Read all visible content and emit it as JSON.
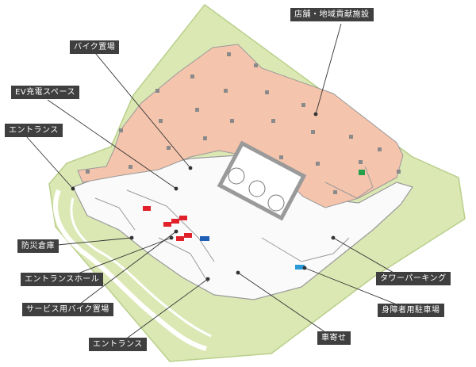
{
  "labels": {
    "shops": "店舗・地域貢献施設",
    "bike_parking": "バイク置場",
    "ev_charging": "EV充電スペース",
    "entrance_top": "エントランス",
    "disaster_storage": "防災倉庫",
    "entrance_hall": "エントランスホール",
    "service_bike_parking": "サービス用バイク置場",
    "entrance_bottom": "エントランス",
    "tower_parking": "タワーパーキング",
    "accessible_parking": "身障者用駐車場",
    "carport": "車寄せ"
  },
  "colors": {
    "site_green": "#dbe8b4",
    "site_green_edge": "#b9cf8a",
    "shop_salmon": "#f5c4ac",
    "building_white": "#fafafa",
    "wall": "#9a9a9a",
    "label_bg": "#3f3f3f",
    "leader_line": "#333333",
    "red_spot": "#e0202a",
    "blue_spot": "#1e5fb8",
    "green_spot": "#22a04a",
    "cyan_spot": "#2a9ad6"
  }
}
